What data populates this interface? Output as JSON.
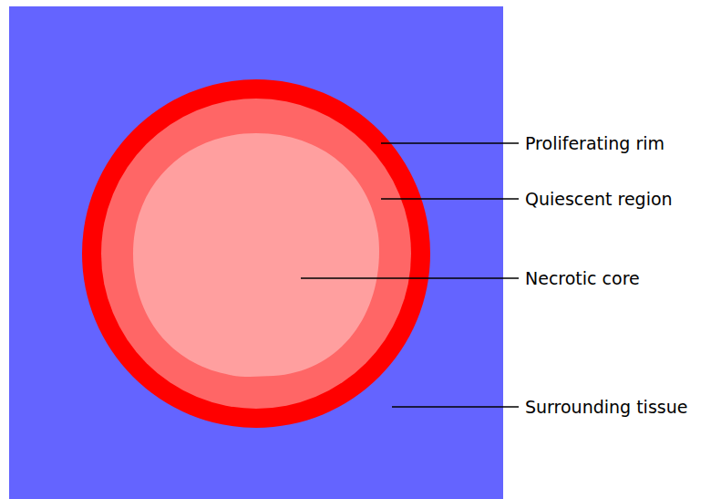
{
  "diagram": {
    "labels": [
      "Proliferating rim",
      "Quiescent region",
      "Necrotic core",
      "Surrounding tissue"
    ]
  }
}
